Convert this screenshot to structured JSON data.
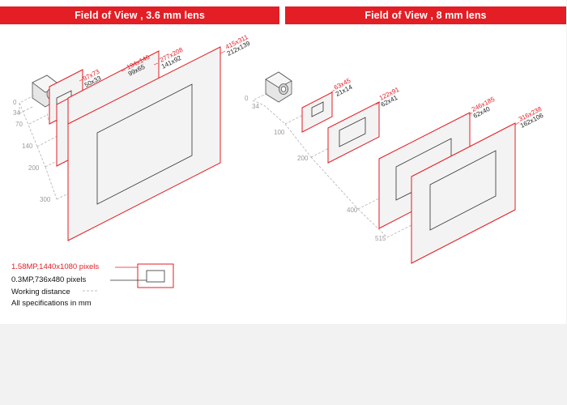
{
  "headers": {
    "left": "Field of View , 3.6 mm lens",
    "right": "Field of View , 8 mm lens"
  },
  "left_panel": {
    "distances": [
      "0",
      "34",
      "70",
      "140",
      "200",
      "300"
    ],
    "fovs": [
      {
        "red": "97x73",
        "black": "50x33"
      },
      {
        "red": "194x146",
        "black": "99x65"
      },
      {
        "red": "277x208",
        "black": "141x92"
      },
      {
        "red": "415x311",
        "black": "212x139"
      }
    ]
  },
  "right_panel": {
    "distances": [
      "0",
      "34",
      "100",
      "200",
      "400",
      "515"
    ],
    "fovs": [
      {
        "red": "63x45",
        "black": "21x14"
      },
      {
        "red": "122x91",
        "black": "62x41"
      },
      {
        "red": "246x185",
        "black": "62x40"
      },
      {
        "red": "316x238",
        "black": "162x106"
      }
    ]
  },
  "legend": {
    "sensor_large": "1.58MP,1440x1080 pixels",
    "sensor_small": "0.3MP,736x480 pixels",
    "working_distance": "Working distance",
    "units_note": "All specifications in mm"
  },
  "colors": {
    "accent": "#e31e25",
    "frame_fill": "#f3f3f3",
    "dashed": "#a8a8a8"
  }
}
